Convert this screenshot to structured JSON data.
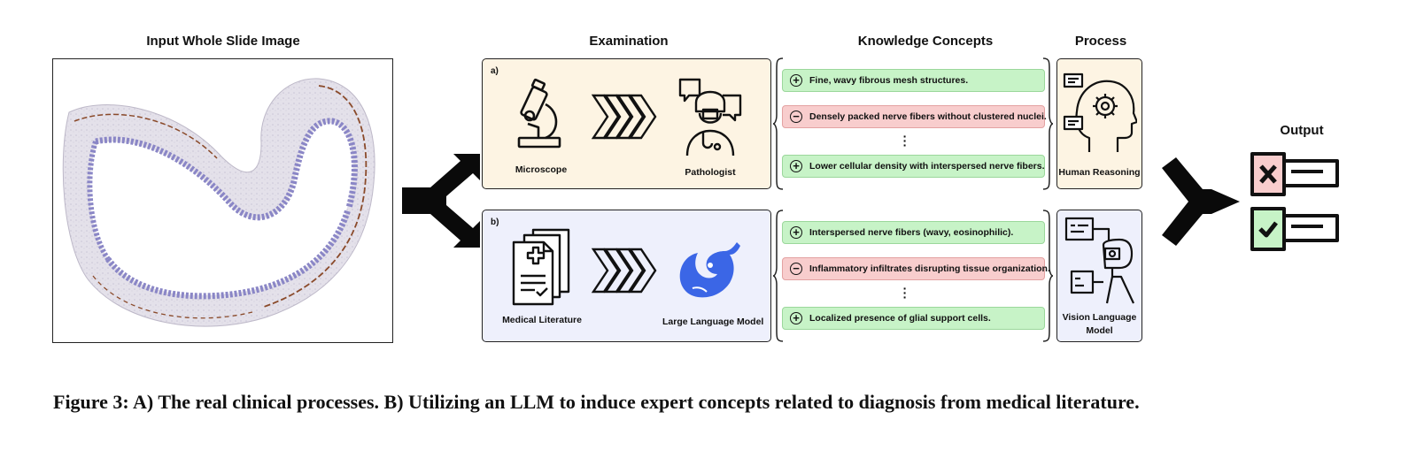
{
  "titles": {
    "input": "Input Whole Slide Image",
    "examination": "Examination",
    "knowledge": "Knowledge Concepts",
    "process": "Process",
    "output": "Output"
  },
  "panel_a": {
    "tag": "a)",
    "source_label": "Microscope",
    "target_label": "Pathologist",
    "process_label": "Human Reasoning",
    "concepts": [
      {
        "sign": "+",
        "text": "Fine, wavy fibrous mesh structures."
      },
      {
        "sign": "−",
        "text": "Densely packed nerve fibers without clustered nuclei."
      },
      {
        "sign": "+",
        "text": "Lower cellular density with interspersed nerve fibers."
      }
    ]
  },
  "panel_b": {
    "tag": "b)",
    "source_label": "Medical Literature",
    "target_label": "Large Language Model",
    "process_label": "Vision Language Model",
    "concepts": [
      {
        "sign": "+",
        "text": "Interspersed nerve fibers (wavy, eosinophilic)."
      },
      {
        "sign": "−",
        "text": "Inflammatory infiltrates disrupting tissue organization."
      },
      {
        "sign": "+",
        "text": "Localized presence of glial support cells."
      }
    ]
  },
  "colors": {
    "panel_a_bg": "#fdf4e3",
    "panel_b_bg": "#eef0fc",
    "positive_bg": "#c7f3c7",
    "negative_bg": "#f8cdcd",
    "whale_blue": "#3b66e6"
  },
  "icons": [
    "microscope-icon",
    "chevrons-icon",
    "pathologist-icon",
    "document-icon",
    "whale-icon",
    "head-gear-icon",
    "robot-icon",
    "checklist-icon"
  ],
  "caption": "Figure 3: A) The real clinical processes. B) Utilizing an LLM to induce expert concepts related to diagnosis from medical literature."
}
